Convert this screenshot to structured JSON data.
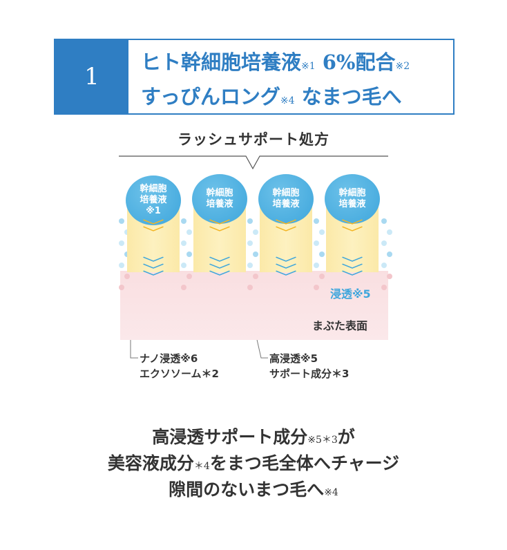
{
  "header": {
    "number": "1",
    "line1": "ヒト幹細胞培養液",
    "line1_note1": "※1",
    "line1_b": " 6%配合",
    "line1_note2": "※2",
    "line2": "すっぴんロング",
    "line2_note": "※4",
    "line2_b": " なまつ毛へ"
  },
  "diagram": {
    "title": "ラッシュサポート処方",
    "lashes": [
      {
        "label_line1": "幹細胞",
        "label_line2": "培養液",
        "label_line3": "※1"
      },
      {
        "label_line1": "幹細胞",
        "label_line2": "培養液",
        "label_line3": ""
      },
      {
        "label_line1": "幹細胞",
        "label_line2": "培養液",
        "label_line3": ""
      },
      {
        "label_line1": "幹細胞",
        "label_line2": "培養液",
        "label_line3": ""
      }
    ],
    "penetration_label": "浸透※5",
    "skin_label": "まぶた表面",
    "callout_left_line1": "ナノ浸透※6",
    "callout_left_line2": "エクソソーム＊2",
    "callout_right_line1": "高浸透※5",
    "callout_right_line2": "サポート成分＊3"
  },
  "bottom": {
    "line1": "高浸透サポート成分",
    "line1_note": "※5＊3",
    "line1_b": "が",
    "line2": "美容液成分",
    "line2_note": "＊4",
    "line2_b": "をまつ毛全体へチャージ",
    "line3": "隙間のないまつ毛へ",
    "line3_note": "※4"
  },
  "colors": {
    "accent_blue": "#2f7ec3",
    "light_blue": "#3ea6dc",
    "lash_yellow": "#fbe9a8",
    "skin_pink": "#f9dfe1",
    "chevron_yellow": "#f3b524"
  }
}
